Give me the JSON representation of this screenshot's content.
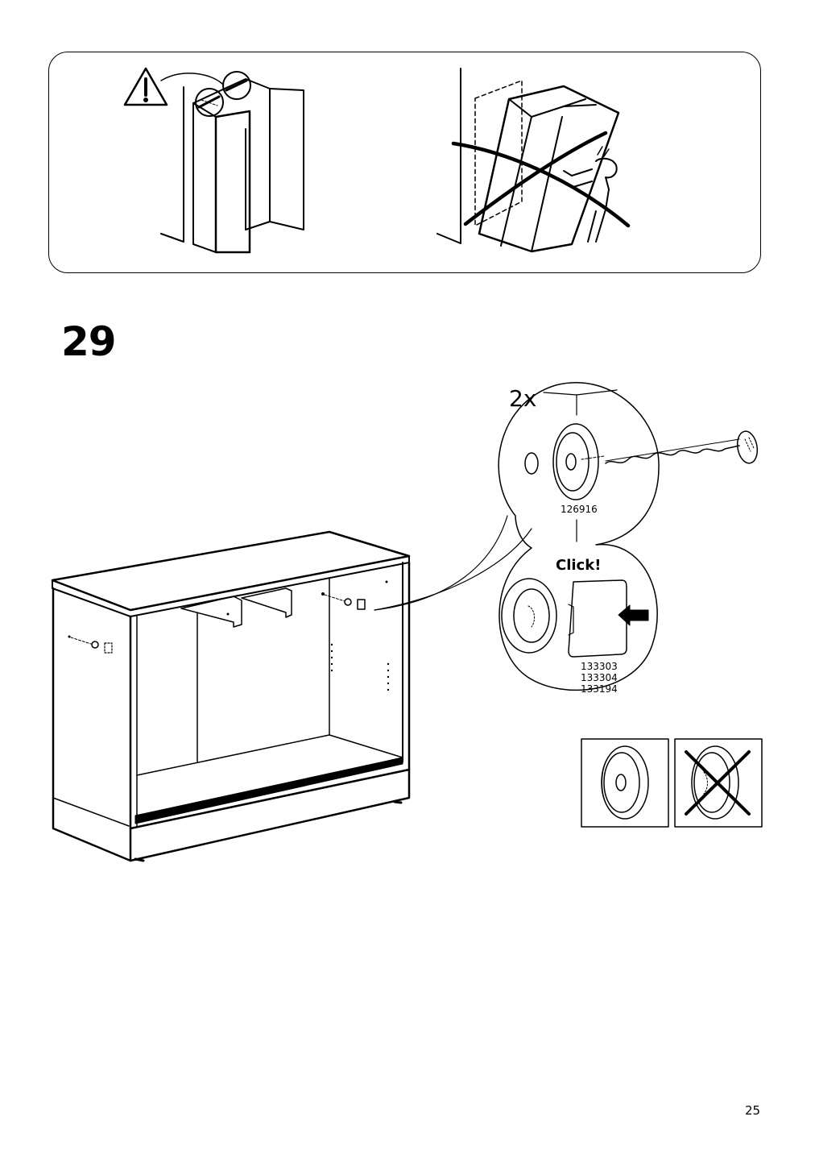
{
  "step": {
    "number": "29"
  },
  "detail": {
    "quantity": "2x",
    "screw_part_number": "126916",
    "click_label": "Click!",
    "cover_part_numbers": [
      "133303",
      "133304",
      "133194"
    ]
  },
  "footer": {
    "page_number": "25"
  },
  "icons": {
    "warning": "warning-triangle-icon",
    "wrong": "cross-out-icon",
    "push": "push-arrow-icon"
  }
}
